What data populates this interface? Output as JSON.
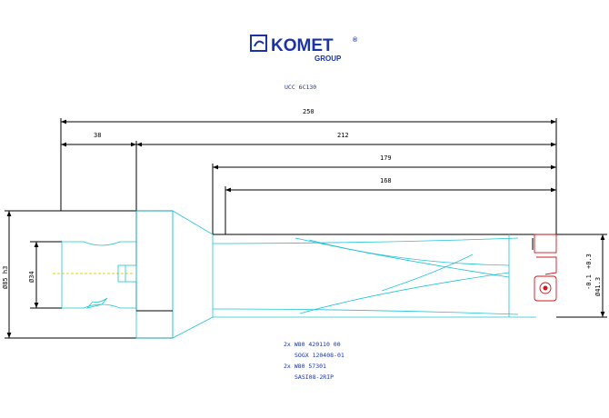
{
  "logo": {
    "brand": "KOMET",
    "registered": "®",
    "group": "GROUP"
  },
  "header": {
    "code": "UCC 6C130"
  },
  "dimensions": {
    "overall_length": "250",
    "shank_length": "38",
    "body_length": "212",
    "flute_length": "179",
    "cutting_length": "168",
    "flange_diameter": "Ø85 h3",
    "shank_diameter": "Ø34",
    "drill_diameter": "Ø41.3",
    "drill_tolerance": "+0.3",
    "drill_tolerance_lower": "-0.1"
  },
  "parts_list": [
    "2x W80 420110 00",
    "SOGX 120408-01",
    "2x W80 57301",
    "SASI08-2RIP"
  ],
  "colors": {
    "outline": "#000000",
    "body": "#1fc3d8",
    "insert": "#d4141c",
    "centerline": "#e8d200",
    "text": "#1a33a8"
  }
}
